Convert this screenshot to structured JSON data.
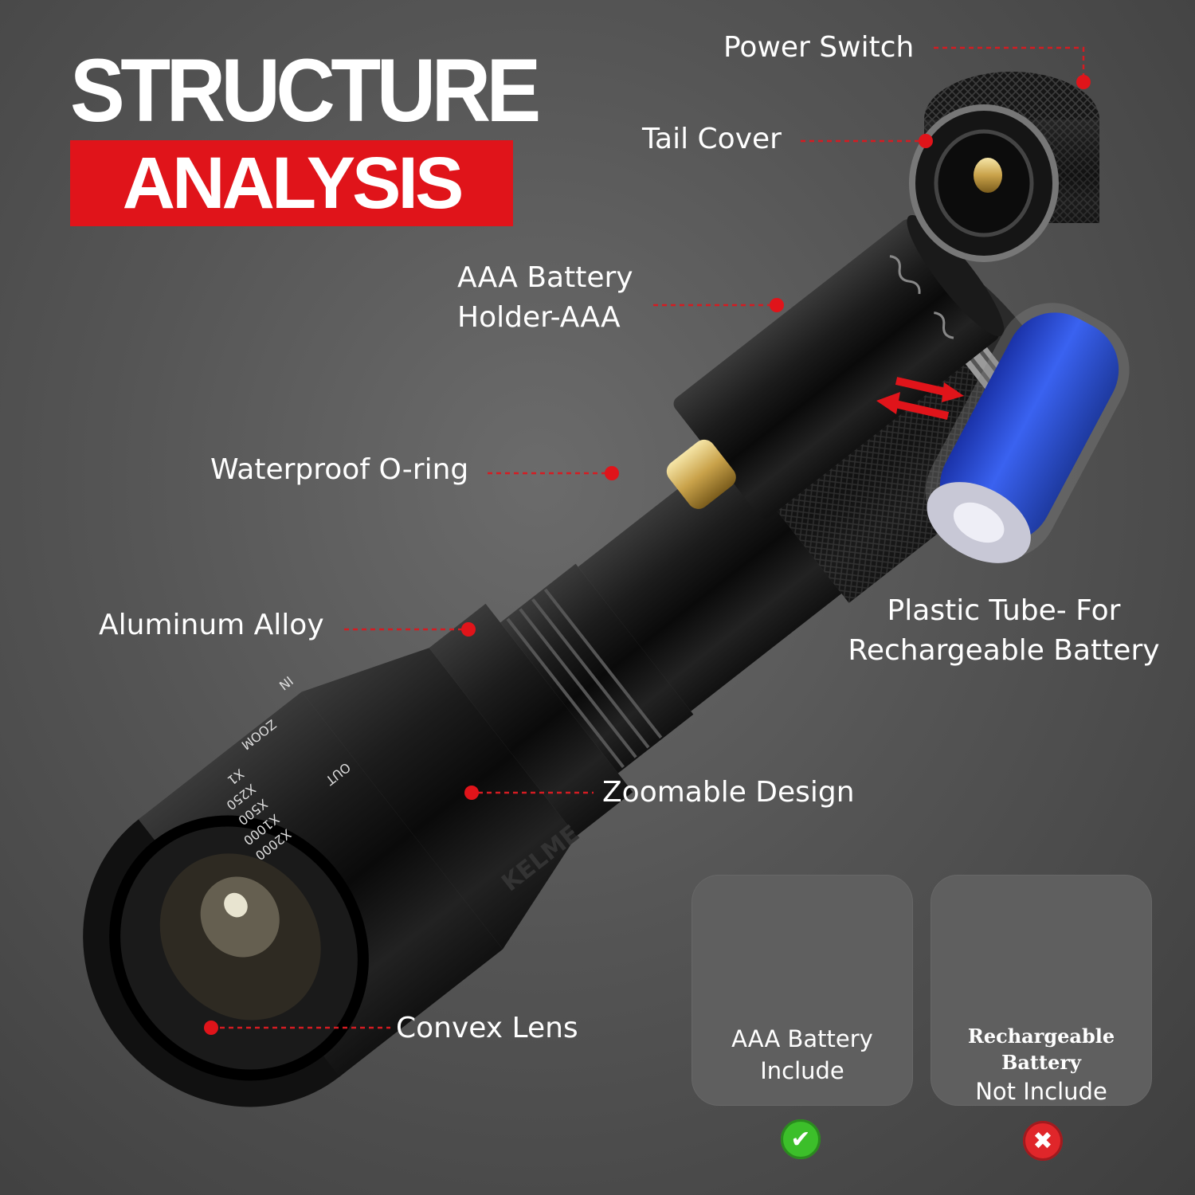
{
  "title": {
    "line1": "STRUCTURE",
    "line2": "ANALYSIS"
  },
  "labels": {
    "power_switch": "Power Switch",
    "tail_cover": "Tail Cover",
    "battery_holder_line1": "AAA Battery",
    "battery_holder_line2": "Holder-AAA",
    "oring": "Waterproof O-ring",
    "alloy": "Aluminum Alloy",
    "plastic_tube_line1": "Plastic Tube- For",
    "plastic_tube_line2": "Rechargeable Battery",
    "zoom": "Zoomable Design",
    "lens": "Convex Lens"
  },
  "zoom_marks": [
    "X2000",
    "X1000",
    "X500",
    "X250",
    "X1",
    "ZOOM",
    "OUT",
    "IN"
  ],
  "brand_mark": "KELME",
  "cards": [
    {
      "line1": "AAA Battery",
      "line2": "Include",
      "status": "included"
    },
    {
      "line1": "Rechargeable Battery",
      "line2": "Not Include",
      "status": "not-included"
    }
  ],
  "colors": {
    "accent": "#e0141a",
    "check": "#3cbf2a",
    "cross": "#e0262a",
    "battery_blue": "#2a4fd8"
  },
  "icons": {
    "included": "check-icon",
    "not_included": "cross-icon"
  }
}
